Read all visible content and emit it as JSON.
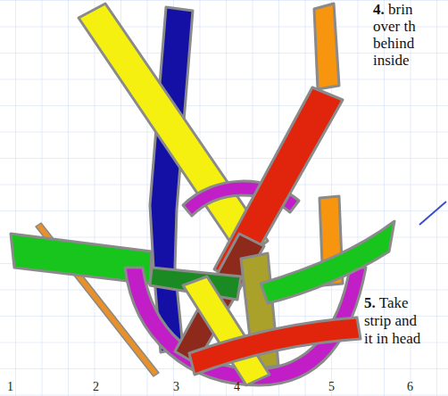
{
  "diagram": {
    "labels": [
      "4. brin",
      "over th",
      "behind",
      "inside",
      "5. Take",
      "strip and",
      "it in head",
      "1",
      "2",
      "3",
      "4",
      "5",
      "6"
    ]
  }
}
